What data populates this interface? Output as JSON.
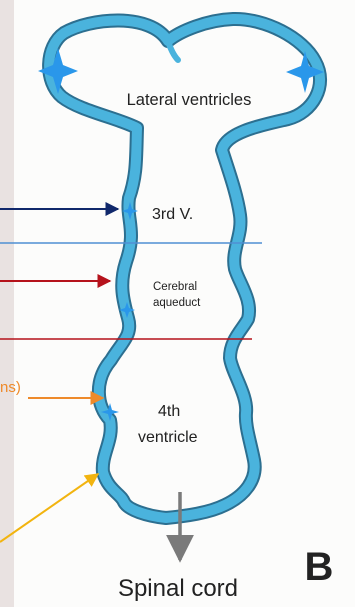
{
  "labels": {
    "lateral": "Lateral ventricles",
    "third": "3rd V.",
    "aqueduct_line1": "Cerebral",
    "aqueduct_line2": "aqueduct",
    "fourth_line1": "4th",
    "fourth_line2": "ventricle",
    "cut_text": "ns)",
    "spinal": "Spinal cord",
    "panel_letter": "B"
  },
  "colors": {
    "tube": "#4ab3dd",
    "tube_edge": "#2c6f90",
    "navy_arrow": "#10286b",
    "thin_blue_line": "#4f8fd3",
    "red_arrow": "#b5121b",
    "orange_arrow": "#ee8a2a",
    "yellow_arrow": "#f2b40f",
    "star": "#2a97ea"
  }
}
